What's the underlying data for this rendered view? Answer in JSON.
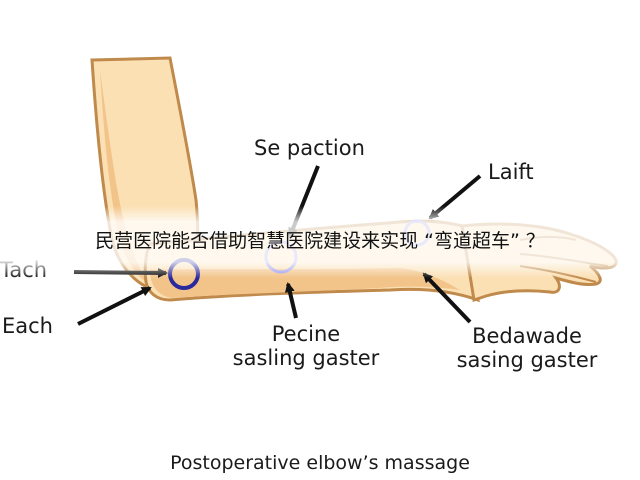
{
  "overlay_title": "民营医院能否借助智慧医院建设来实现 “弯道超车” ？",
  "labels": {
    "se_paction": "Se paction",
    "laift": "Laift",
    "tach": "Tach",
    "each": "Each",
    "pecine_line1": "Pecine",
    "pecine_line2": "sasling gaster",
    "bedawade_line1": "Bedawade",
    "bedawade_line2": "sasing gaster"
  },
  "caption": "Postoperative elbow’s massage",
  "colors": {
    "skin": "#fbe0b4",
    "skin_shadow": "#f3c48a",
    "outline": "#c08a4c",
    "circle_dark": "#2a2a9e",
    "circle_light": "#9a9af0",
    "arrow": "#111111"
  }
}
